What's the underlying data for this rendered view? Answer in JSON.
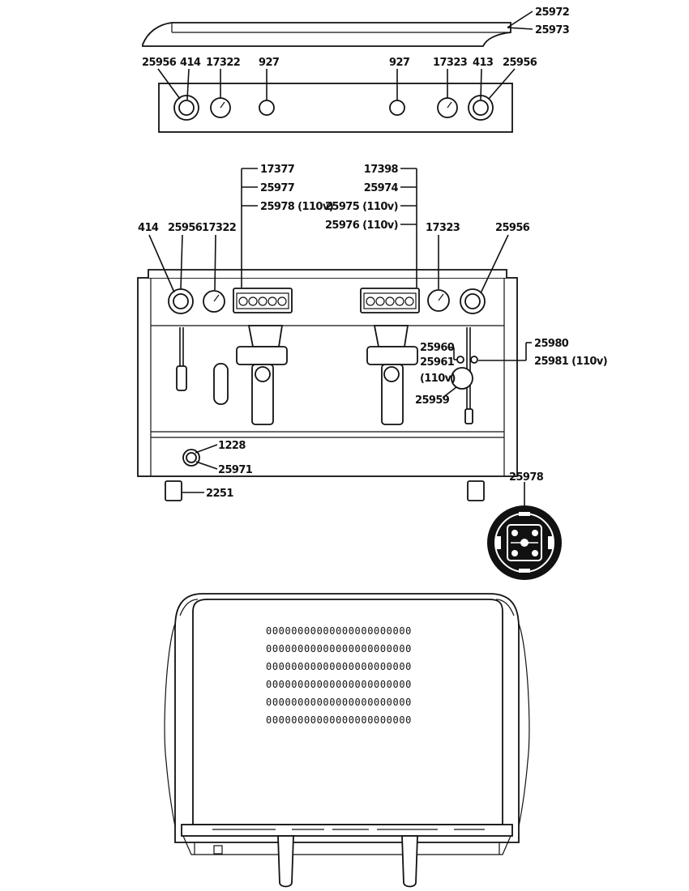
{
  "top_panel": {
    "labels": {
      "drip_tray_a": "25972",
      "drip_tray_b": "25973",
      "left_trim": "25956",
      "left_switch": "414",
      "left_gauge": "17322",
      "left_indicator": "927",
      "right_indicator": "927",
      "right_gauge": "17323",
      "right_switch": "413",
      "right_trim": "25956"
    }
  },
  "front_view": {
    "labels": {
      "left_keypad_a": "17377",
      "left_keypad_b": "25977",
      "left_keypad_c": "25978 (110v)",
      "right_keypad_a": "17398",
      "right_keypad_b": "25974",
      "right_keypad_c": "25975 (110v)",
      "right_keypad_d": "25976 (110v)",
      "main_switch": "414",
      "left_trim": "25956",
      "left_gauge": "17322",
      "right_gauge": "17323",
      "right_trim": "25956",
      "steam_valve_a": "25980",
      "steam_valve_b": "25981 (110v)",
      "lamp_a": "25960",
      "lamp_b": "25961",
      "lamp_c": "(110v)",
      "hot_water": "25959",
      "drain_knob": "1228",
      "drain_trim": "25971",
      "foot": "2251",
      "keypad_detail": "25978"
    }
  },
  "top_view": {
    "vent_rows": [
      "00000000000000000000000",
      "00000000000000000000000",
      "00000000000000000000000",
      "00000000000000000000000",
      "00000000000000000000000",
      "00000000000000000000000"
    ]
  }
}
